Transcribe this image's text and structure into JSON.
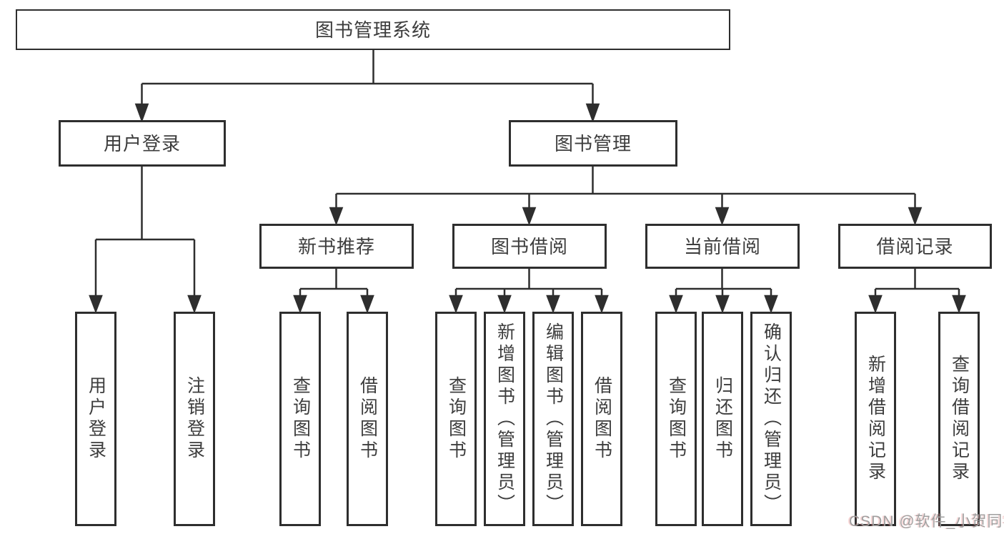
{
  "tree": {
    "root": {
      "label": "图书管理系统"
    },
    "branches": [
      {
        "label": "用户登录",
        "children": [
          {
            "label": "用户登录"
          },
          {
            "label": "注销登录"
          }
        ]
      },
      {
        "label": "图书管理",
        "children": [
          {
            "label": "新书推荐",
            "children": [
              {
                "label": "查询图书"
              },
              {
                "label": "借阅图书"
              }
            ]
          },
          {
            "label": "图书借阅",
            "children": [
              {
                "label": "查询图书"
              },
              {
                "label": "新增图书（管理员）"
              },
              {
                "label": "编辑图书（管理员）"
              },
              {
                "label": "借阅图书"
              }
            ]
          },
          {
            "label": "当前借阅",
            "children": [
              {
                "label": "查询图书"
              },
              {
                "label": "归还图书"
              },
              {
                "label": "确认归还（管理员）"
              }
            ]
          },
          {
            "label": "借阅记录",
            "children": [
              {
                "label": "新增借阅记录"
              },
              {
                "label": "查询借阅记录"
              }
            ]
          }
        ]
      }
    ]
  },
  "watermark": {
    "text": "CSDN @软件_小贺同学"
  },
  "colors": {
    "line": "#2e2e2e",
    "box_border": "#2e2e2e",
    "text": "#3d3d3d",
    "watermark": "#9f9f9f",
    "background": "#ffffff"
  }
}
